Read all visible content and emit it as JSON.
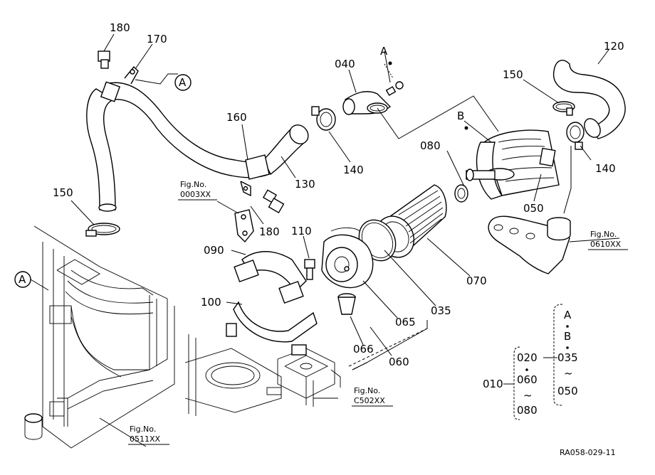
{
  "callouts": {
    "p180a": "180",
    "p170": "170",
    "refA1": "A",
    "p160": "160",
    "p150a": "150",
    "p130": "130",
    "p040": "040",
    "refA2": "A",
    "p140a": "140",
    "p120": "120",
    "p150b": "150",
    "refB": "B",
    "p080": "080",
    "p140b": "140",
    "p050": "050",
    "p180b": "180",
    "p110": "110",
    "p090": "090",
    "p100": "100",
    "p070": "070",
    "p035": "035",
    "p065": "065",
    "p066": "066",
    "p060": "060",
    "refA3": "A"
  },
  "figrefs": {
    "f0003": {
      "line1": "Fig.No.",
      "line2": "0003XX"
    },
    "f0610": {
      "line1": "Fig.No.",
      "line2": "0610XX"
    },
    "f0511": {
      "line1": "Fig.No.",
      "line2": "0511XX"
    },
    "fC502": {
      "line1": "Fig.No.",
      "line2": "C502XX"
    }
  },
  "tree": {
    "a": "A",
    "b": "B",
    "n035": "035",
    "tilde1": "~",
    "n050": "050",
    "n020": "020",
    "n060": "060",
    "tilde2": "~",
    "n080": "080",
    "n010": "010"
  },
  "drawing_code": "RA058-029-11"
}
